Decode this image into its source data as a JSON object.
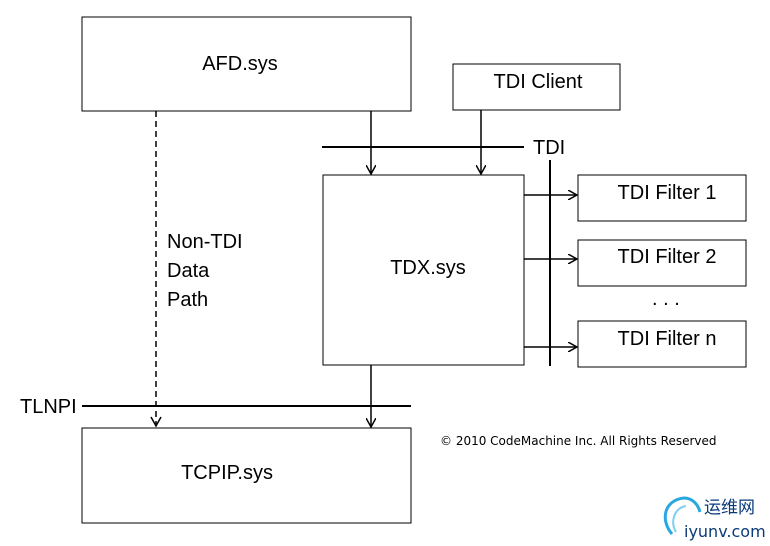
{
  "boxes": {
    "afd": "AFD.sys",
    "tdi_client": "TDI Client",
    "tdx": "TDX.sys",
    "tcpip": "TCPIP.sys",
    "filter1": "TDI Filter 1",
    "filter2": "TDI Filter 2",
    "filtern": "TDI Filter n"
  },
  "labels": {
    "tdi": "TDI",
    "tlnpi": "TLNPI",
    "non_tdi_line1": "Non-TDI",
    "non_tdi_line2": "Data",
    "non_tdi_line3": "Path",
    "ellipsis": ". . .",
    "copyright": "© 2010 CodeMachine Inc. All Rights Reserved"
  },
  "watermark": {
    "text_cn": "运维网",
    "text_url": "iyunv.com",
    "color": "#0a3a78"
  }
}
